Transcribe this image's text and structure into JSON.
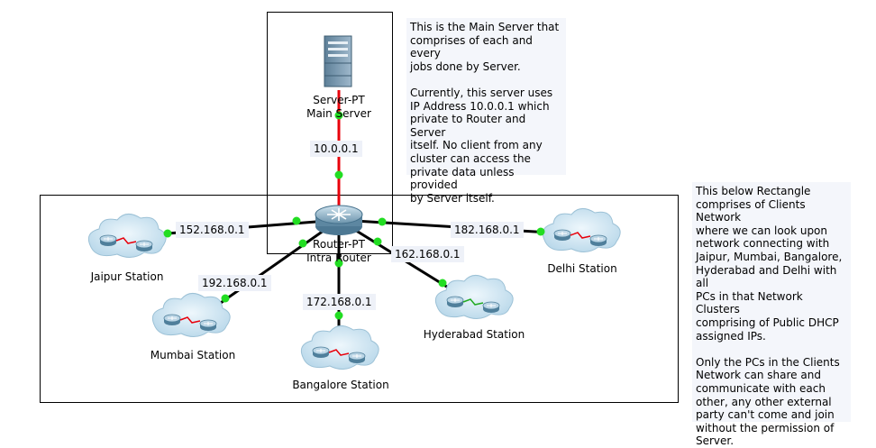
{
  "server": {
    "type_label": "Server-PT",
    "name": "Main Server",
    "icon": "server-icon"
  },
  "router": {
    "type_label": "Router-PT",
    "name": "Intra Router",
    "icon": "router-icon"
  },
  "links": {
    "server_ip": "10.0.0.1",
    "jaipur_ip": "152.168.0.1",
    "mumbai_ip": "192.168.0.1",
    "bangalore_ip": "172.168.0.1",
    "hyderabad_ip": "162.168.0.1",
    "delhi_ip": "182.168.0.1"
  },
  "stations": {
    "jaipur": "Jaipur Station",
    "mumbai": "Mumbai Station",
    "bangalore": "Bangalore Station",
    "hyderabad": "Hyderabad Station",
    "delhi": "Delhi Station"
  },
  "notes": {
    "server_note": "This is the Main Server that\ncomprises of each and every\njobs done by Server.\n\nCurrently, this server uses\nIP Address 10.0.0.1 which\nprivate to Router and Server\nitself. No client from any\ncluster can access the\nprivate data unless provided\nby Server itself.",
    "clients_note": "This below Rectangle\ncomprises of Clients Network\nwhere we can look upon\nnetwork connecting with\nJaipur, Mumbai, Bangalore,\nHyderabad and Delhi with all\nPCs in that Network Clusters\ncomprising of Public DHCP\nassigned IPs.\n\nOnly the PCs in the Clients\nNetwork can share and\ncommunicate with each\nother, any other external\nparty can't come and join\nwithout the permission of\nServer."
  },
  "colors": {
    "server_link": "#e8000b",
    "client_link": "#000000",
    "link_dot": "#22dd22",
    "cloud": "#c7e0ef"
  }
}
